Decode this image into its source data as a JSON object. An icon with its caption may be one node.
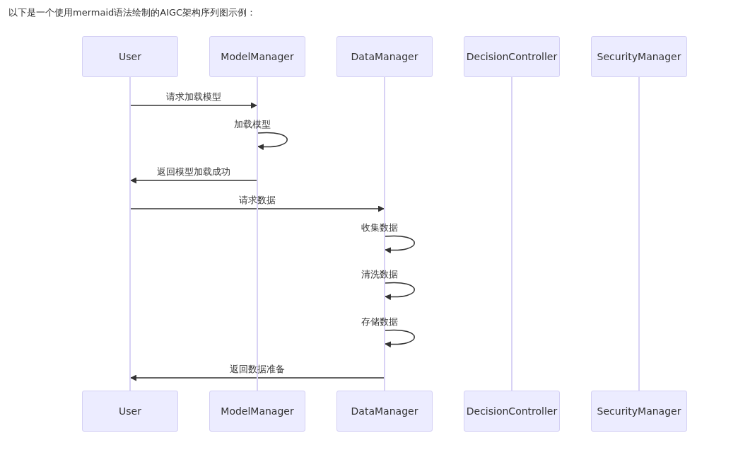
{
  "diagram": {
    "title": "以下是一个使用mermaid语法绘制的AIGC架构序列图示例：",
    "nodes": [
      {
        "text": [
          "User"
        ]
      },
      {
        "text": [
          "ModelManager"
        ]
      },
      {
        "text": [
          "DataManager"
        ]
      },
      {
        "text": [
          "DecisionController"
        ]
      },
      {
        "text": [
          "SecurityManager"
        ]
      },
      {
        "text": [],
        "shape": "bar"
      },
      {
        "text": [],
        "shape": "bar"
      },
      {
        "text": [],
        "shape": "bar"
      },
      {
        "text": [],
        "shape": "bar"
      },
      {
        "text": [],
        "shape": "bar"
      },
      {
        "text": [
          "User"
        ]
      },
      {
        "text": [
          "ModelManager"
        ]
      },
      {
        "text": [
          "DataManager"
        ]
      },
      {
        "text": [
          "DecisionController"
        ]
      },
      {
        "text": [
          "SecurityManager"
        ]
      }
    ],
    "edges": [
      {
        "from": 5,
        "to": 6,
        "arrow": "to",
        "label": "请求加载模型"
      },
      {
        "from": 6,
        "to": 6,
        "arrow": "to",
        "label": "加载模型"
      },
      {
        "from": 6,
        "to": 5,
        "arrow": "to",
        "label": "返回模型加载成功"
      },
      {
        "from": 5,
        "to": 7,
        "arrow": "to",
        "label": "请求数据"
      },
      {
        "from": 7,
        "to": 7,
        "arrow": "to",
        "label": "收集数据"
      },
      {
        "from": 7,
        "to": 7,
        "arrow": "to",
        "label": "清洗数据"
      },
      {
        "from": 7,
        "to": 7,
        "arrow": "to",
        "label": "存储数据"
      },
      {
        "from": 7,
        "to": 5,
        "arrow": "to",
        "label": "返回数据准备"
      }
    ]
  }
}
